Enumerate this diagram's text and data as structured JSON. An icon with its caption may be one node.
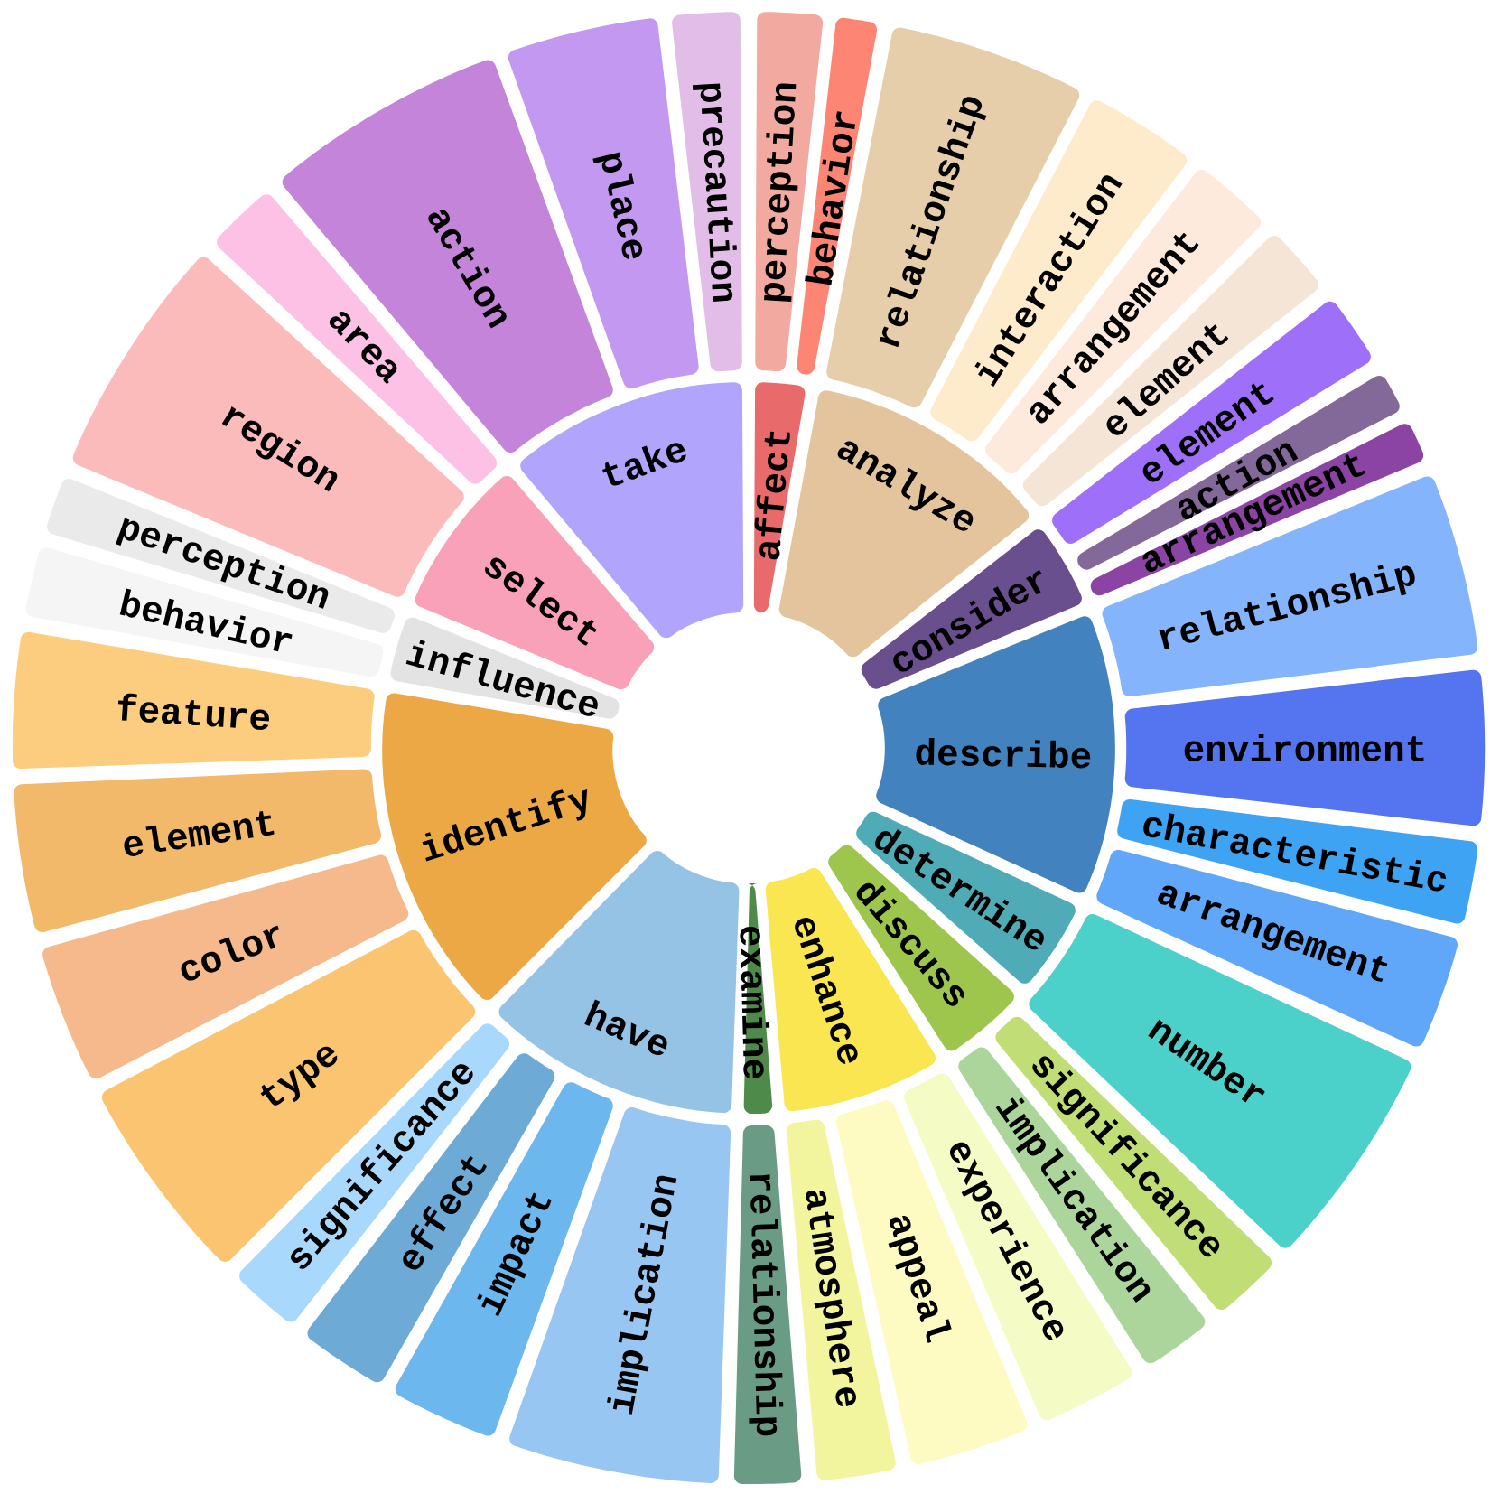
{
  "diagram": {
    "nodes": [
      {
        "text": [
          "affect"
        ]
      },
      {
        "text": [
          "analyze"
        ]
      },
      {
        "text": [
          "consider"
        ]
      },
      {
        "text": [
          "describe"
        ]
      },
      {
        "text": [
          "determine"
        ]
      },
      {
        "text": [
          "discuss"
        ]
      },
      {
        "text": [
          "enhance"
        ]
      },
      {
        "text": [
          "examine"
        ]
      },
      {
        "text": [
          "have"
        ]
      },
      {
        "text": [
          "identify"
        ]
      },
      {
        "text": [
          "influence"
        ]
      },
      {
        "text": [
          "select"
        ]
      },
      {
        "text": [
          "take"
        ]
      },
      {
        "text": [
          "perception"
        ]
      },
      {
        "text": [
          "behavior"
        ]
      },
      {
        "text": [
          "relationship"
        ]
      },
      {
        "text": [
          "interaction"
        ]
      },
      {
        "text": [
          "arrangement"
        ]
      },
      {
        "text": [
          "element"
        ]
      },
      {
        "text": [
          "element"
        ]
      },
      {
        "text": [
          "action"
        ]
      },
      {
        "text": [
          "arrangement"
        ]
      },
      {
        "text": [
          "relationship"
        ]
      },
      {
        "text": [
          "environment"
        ]
      },
      {
        "text": [
          "characteristic"
        ]
      },
      {
        "text": [
          "arrangement"
        ]
      },
      {
        "text": [
          "number"
        ]
      },
      {
        "text": [
          "significance"
        ]
      },
      {
        "text": [
          "implication"
        ]
      },
      {
        "text": [
          "experience"
        ]
      },
      {
        "text": [
          "appeal"
        ]
      },
      {
        "text": [
          "atmosphere"
        ]
      },
      {
        "text": [
          "relationship"
        ]
      },
      {
        "text": [
          "implication"
        ]
      },
      {
        "text": [
          "impact"
        ]
      },
      {
        "text": [
          "effect"
        ]
      },
      {
        "text": [
          "significance"
        ]
      },
      {
        "text": [
          "type"
        ]
      },
      {
        "text": [
          "color"
        ]
      },
      {
        "text": [
          "element"
        ]
      },
      {
        "text": [
          "feature"
        ]
      },
      {
        "text": [
          "behavior"
        ]
      },
      {
        "text": [
          "perception"
        ]
      },
      {
        "text": [
          "region"
        ]
      },
      {
        "text": [
          "area"
        ]
      },
      {
        "text": [
          "action"
        ]
      },
      {
        "text": [
          "place"
        ]
      },
      {
        "text": [
          "precaution"
        ]
      }
    ]
  }
}
